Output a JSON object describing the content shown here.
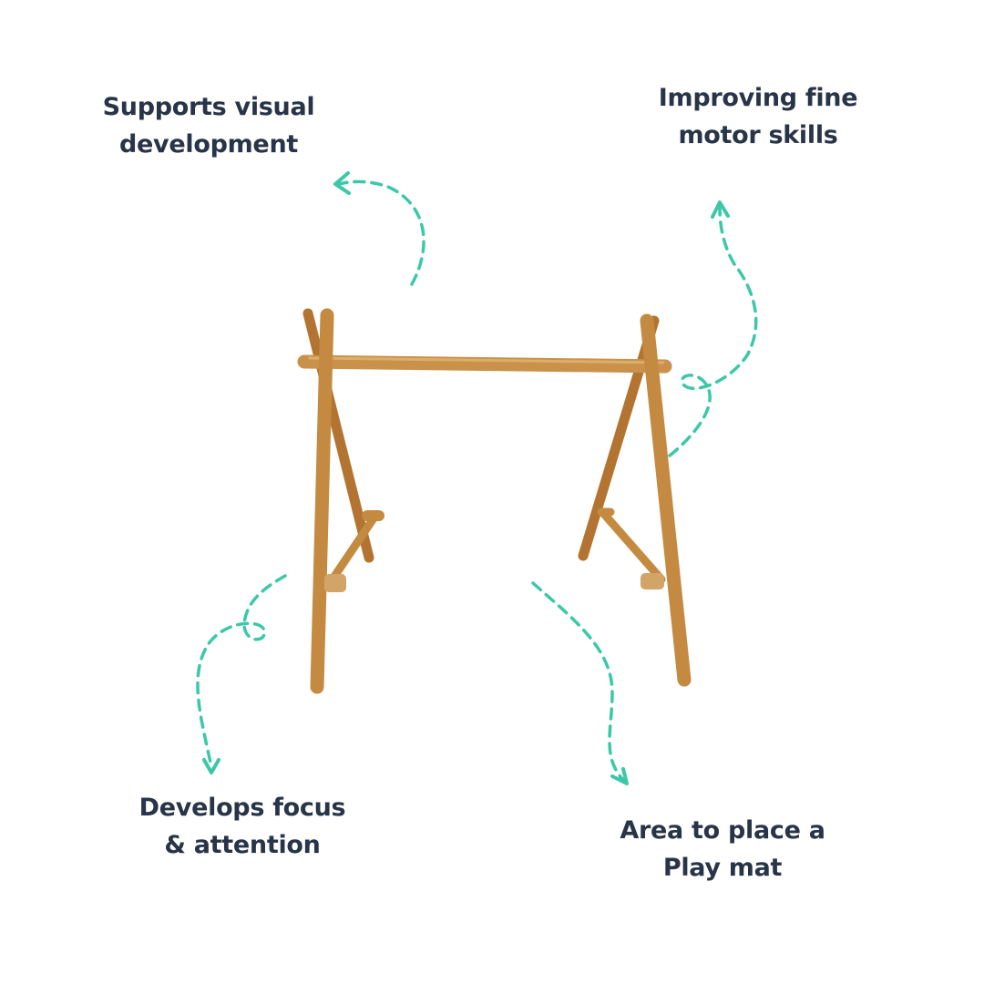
{
  "colors": {
    "text": "#283447",
    "accent": "#3cc8a8",
    "wood": "#c58a3e"
  },
  "features": [
    {
      "id": "visual",
      "lines": [
        "Supports visual",
        "development"
      ]
    },
    {
      "id": "motor",
      "lines": [
        "Improving fine",
        "motor skills"
      ]
    },
    {
      "id": "focus",
      "lines": [
        "Develops focus",
        "& attention"
      ]
    },
    {
      "id": "playmat",
      "lines": [
        "Area to place a",
        "Play mat"
      ]
    }
  ],
  "product_icon": "wooden-play-gym"
}
